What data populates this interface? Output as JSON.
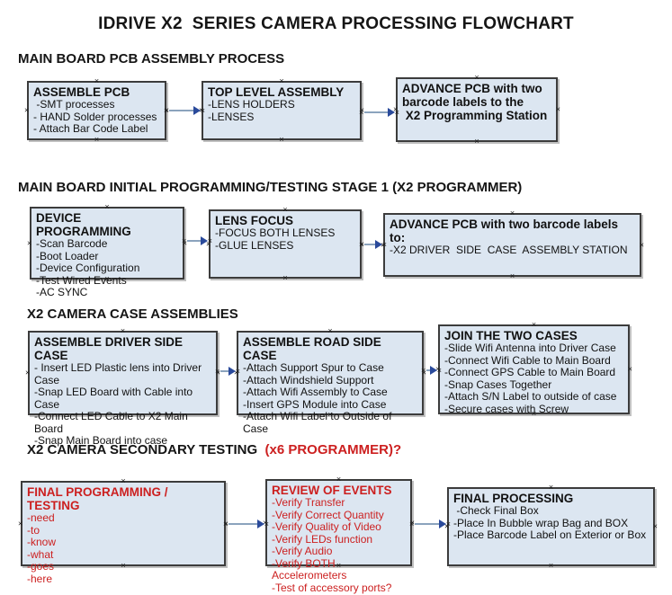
{
  "title": "IDRIVE X2  SERIES CAMERA PROCESSING FLOWCHART",
  "icons": {
    "handle_x": "×"
  },
  "colors": {
    "box_fill": "#dce6f1",
    "box_border": "#3c3c3c",
    "connector_line": "#8ba3bd",
    "arrowhead": "#2a4a9b",
    "red_text": "#cc1f1f"
  },
  "sections": [
    {
      "heading": "MAIN BOARD PCB ASSEMBLY PROCESS",
      "boxes": [
        {
          "title": "ASSEMBLE PCB",
          "items": [
            " -SMT processes",
            "- HAND Solder processes",
            "- Attach Bar Code Label"
          ]
        },
        {
          "title": "TOP LEVEL ASSEMBLY",
          "items": [
            "-LENS HOLDERS",
            "-LENSES"
          ]
        },
        {
          "title_lines": [
            "ADVANCE PCB with two",
            "barcode labels to the",
            " X2 Programming Station"
          ],
          "items": []
        }
      ]
    },
    {
      "heading": "MAIN BOARD INITIAL PROGRAMMING/TESTING STAGE 1 (X2 PROGRAMMER)",
      "boxes": [
        {
          "title": "DEVICE PROGRAMMING",
          "items": [
            "-Scan Barcode",
            "-Boot Loader",
            "-Device Configuration",
            "-Test Wired Events",
            "-AC SYNC"
          ]
        },
        {
          "title": "LENS FOCUS",
          "items": [
            "-FOCUS BOTH LENSES",
            "-GLUE LENSES"
          ]
        },
        {
          "title": "ADVANCE PCB with two barcode labels to:",
          "items": [
            "-X2 DRIVER  SIDE  CASE  ASSEMBLY STATION"
          ]
        }
      ]
    },
    {
      "heading": "X2 CAMERA CASE ASSEMBLIES",
      "boxes": [
        {
          "title": "ASSEMBLE DRIVER SIDE CASE",
          "items": [
            "- Insert LED Plastic lens into Driver Case",
            "-Snap LED Board with Cable into Case",
            "-Connect LED Cable to X2 Main Board",
            "-Snap Main Board into case"
          ]
        },
        {
          "title": "ASSEMBLE ROAD SIDE CASE",
          "items": [
            "-Attach Support Spur to Case",
            "-Attach Windshield Support",
            "-Attach Wifi Assembly to Case",
            "-Insert GPS Module into Case",
            "-Attach Wifi Label to Outside of Case"
          ]
        },
        {
          "title": "JOIN THE TWO CASES",
          "items": [
            "-Slide Wifi Antenna into Driver Case",
            "-Connect Wifi Cable to Main Board",
            "-Connect GPS Cable to Main Board",
            "-Snap Cases Together",
            "-Attach S/N Label to outside of case",
            "-Secure cases with Screw"
          ]
        }
      ]
    },
    {
      "heading": "X2 CAMERA SECONDARY TESTING  ",
      "heading_red": "(x6 PROGRAMMER)?",
      "boxes": [
        {
          "title": "FINAL PROGRAMMING / TESTING",
          "items": [
            "-need",
            "-to",
            "-know",
            "-what",
            "-goes",
            "-here"
          ]
        },
        {
          "title": "REVIEW OF EVENTS",
          "items": [
            "-Verify Transfer",
            "-Verify Correct Quantity",
            "-Verify Quality of Video",
            "-Verify LEDs function",
            "-Verify Audio",
            "-Verify BOTH Accelerometers",
            "-Test of accessory ports?"
          ]
        },
        {
          "title": "FINAL PROCESSING",
          "items": [
            " -Check Final Box",
            "-Place In Bubble wrap Bag and BOX",
            "-Place Barcode Label on Exterior or Box"
          ]
        }
      ]
    }
  ]
}
